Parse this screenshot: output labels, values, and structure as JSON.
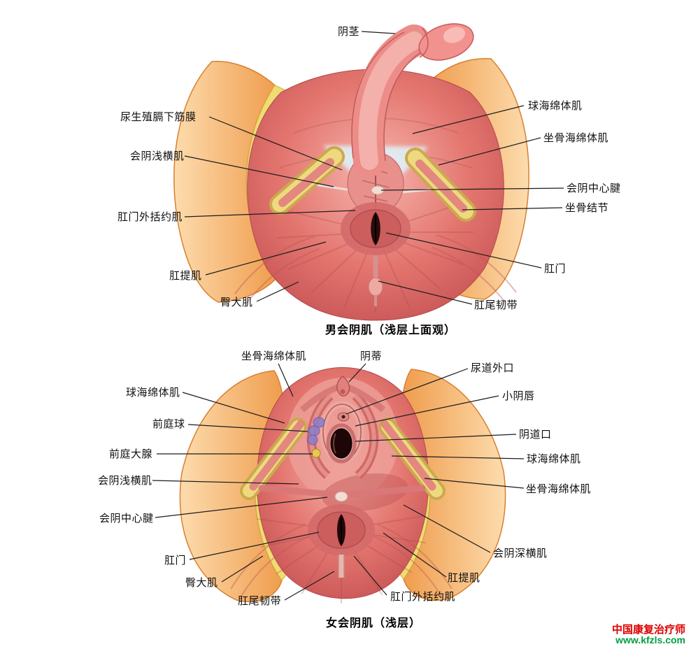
{
  "figure_top": {
    "caption": "男会阴肌（浅层上面观）",
    "labels": {
      "penis": "阴茎",
      "inferior_fascia_of_urogenital_diaphragm": "尿生殖膈下筋膜",
      "superficial_transverse_perineal": "会阴浅横肌",
      "external_anal_sphincter": "肛门外括约肌",
      "levator_ani": "肛提肌",
      "gluteus_maximus": "臀大肌",
      "bulbospongiosus": "球海绵体肌",
      "ischiocavernosus": "坐骨海绵体肌",
      "perineal_central_tendon": "会阴中心腱",
      "ischial_tuberosity": "坐骨结节",
      "anus": "肛门",
      "anococcygeal_ligament": "肛尾韧带"
    }
  },
  "figure_bottom": {
    "caption": "女会阴肌（浅层）",
    "labels": {
      "ischiocavernosus_top": "坐骨海绵体肌",
      "clitoris": "阴蒂",
      "external_urethral_orifice": "尿道外口",
      "labium_minus": "小阴唇",
      "bulbospongiosus_left": "球海绵体肌",
      "bulb_of_vestibule": "前庭球",
      "vaginal_orifice": "阴道口",
      "greater_vestibular_gland": "前庭大腺",
      "bulbospongiosus_right": "球海绵体肌",
      "superficial_transverse_perineal": "会阴浅横肌",
      "ischiocavernosus_right": "坐骨海绵体肌",
      "perineal_central_tendon": "会阴中心腱",
      "deep_transverse_perineal": "会阴深横肌",
      "anus": "肛门",
      "levator_ani": "肛提肌",
      "gluteus_maximus": "臀大肌",
      "external_anal_sphincter": "肛门外括约肌",
      "anococcygeal_ligament": "肛尾韧带"
    }
  },
  "watermark": {
    "line1": "中国康复治疗师",
    "line2": "www.kfzls.com",
    "line1_color": "#dd0000",
    "line2_color": "#00a040"
  }
}
